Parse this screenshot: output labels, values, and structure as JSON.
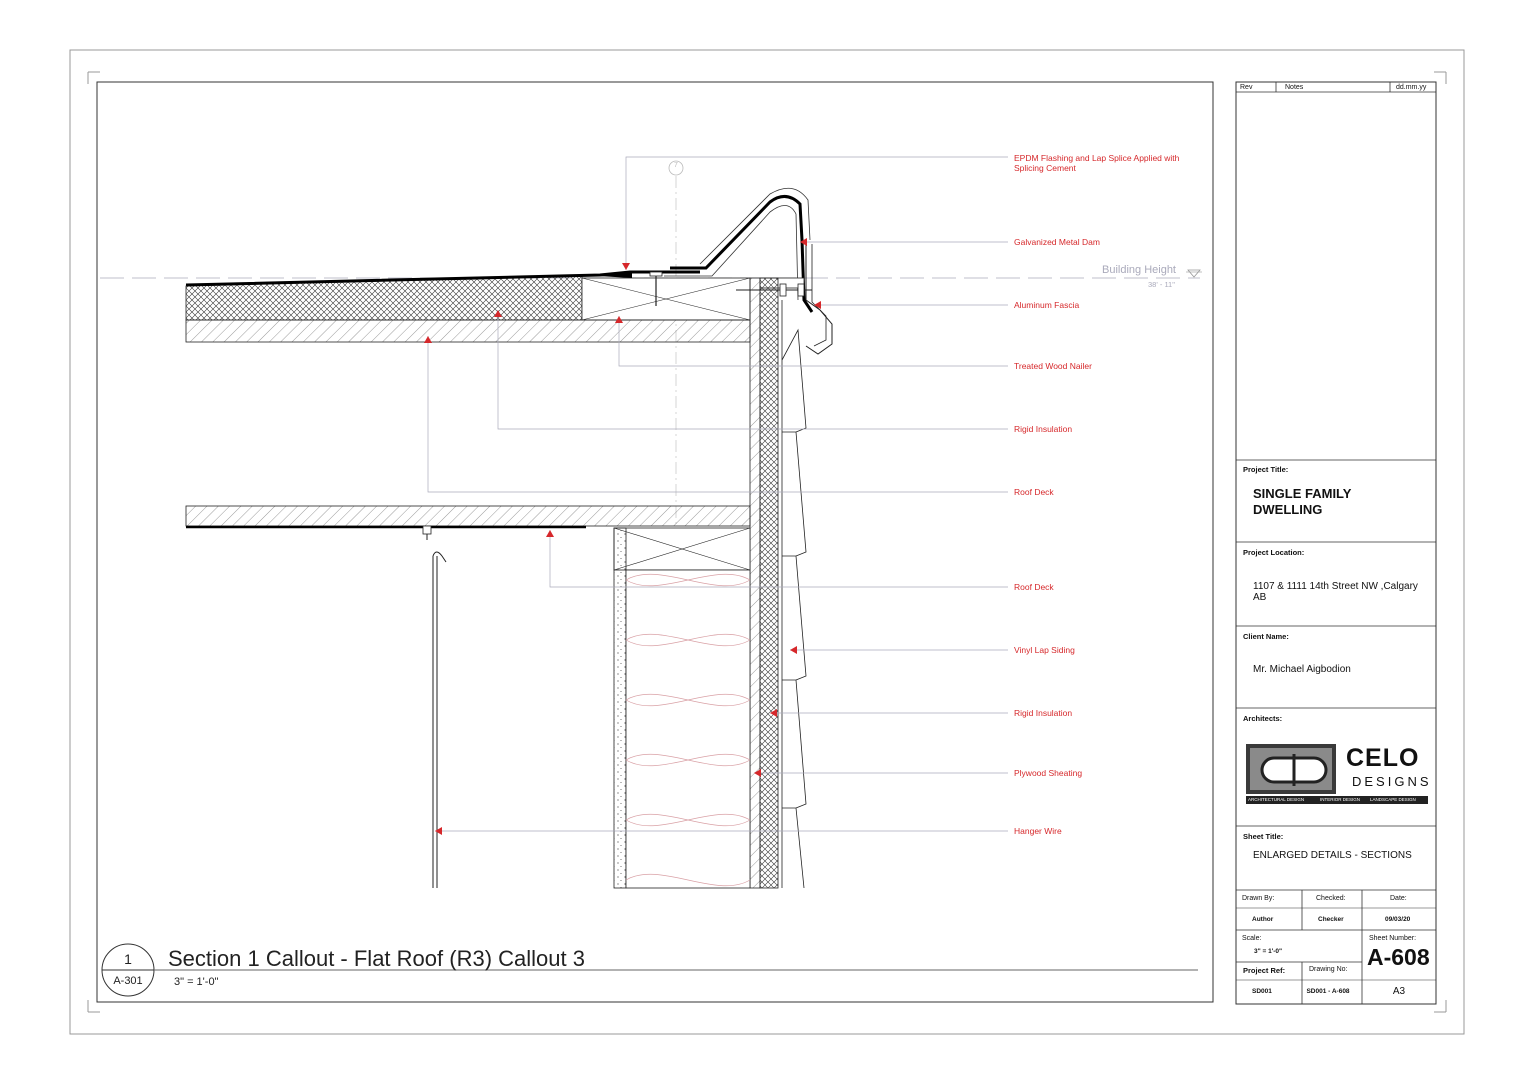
{
  "drawing": {
    "building_height_label": "Building Height",
    "building_height_value": "38' - 11\"",
    "grid_marker": "7",
    "callouts": [
      "EPDM Flashing and Lap Splice Applied with Splicing Cement",
      "Galvanized Metal Dam",
      "Aluminum Fascia",
      "Treated Wood Nailer",
      "Rigid Insulation",
      "Roof Deck",
      "Roof Deck",
      "Vinyl Lap Siding",
      "Rigid Insulation",
      "Plywood Sheating",
      "Hanger Wire"
    ],
    "colors": {
      "callout": "#d6282b",
      "line": "#222222",
      "grid": "#9aa0a6"
    }
  },
  "view_title": {
    "number": "1",
    "sheet_ref": "A-301",
    "title": "Section 1 Callout - Flat Roof (R3) Callout 3",
    "scale": "3\" = 1'-0\""
  },
  "title_block": {
    "revision_headers": {
      "rev": "Rev",
      "notes": "Notes",
      "date": "dd.mm.yy"
    },
    "project_title_label": "Project Title:",
    "project_title": "SINGLE FAMILY DWELLING",
    "project_location_label": "Project Location:",
    "project_location": "1107 & 1111 14th Street NW ,Calgary AB",
    "client_name_label": "Client Name:",
    "client_name": "Mr. Michael Aigbodion",
    "architects_label": "Architects:",
    "logo": {
      "name": "CELO",
      "sub": "DESIGNS",
      "tagline": [
        "ARCHITECTURAL DESIGN",
        "INTERIOR DESIGN",
        "LANDSCAPE DESIGN"
      ]
    },
    "sheet_title_label": "Sheet Title:",
    "sheet_title": "ENLARGED DETAILS - SECTIONS",
    "drawn_by_label": "Drawn By:",
    "drawn_by": "Author",
    "checked_label": "Checked:",
    "checked": "Checker",
    "date_label": "Date:",
    "date": "09/03/20",
    "scale_label": "Scale:",
    "scale": "3\" = 1'-0\"",
    "sheet_number_label": "Sheet Number:",
    "sheet_number": "A-608",
    "project_ref_label": "Project Ref:",
    "project_ref": "SD001",
    "drawing_no_label": "Drawing No:",
    "drawing_no": "SD001 - A-608",
    "paper_size": "A3"
  }
}
